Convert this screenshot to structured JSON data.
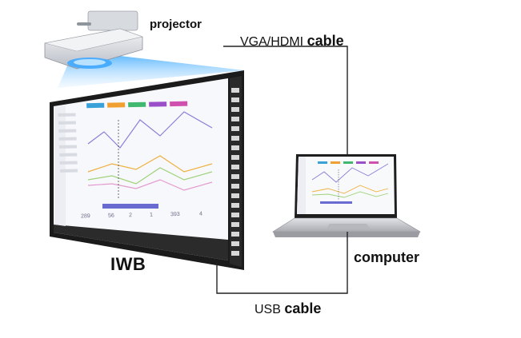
{
  "labels": {
    "projector": "projector",
    "iwb": "IWB",
    "computer": "computer",
    "vga_prefix": "VGA/HDMI",
    "vga_suffix": "cable",
    "usb_prefix": "USB",
    "usb_suffix": "cable"
  },
  "board_screen": {
    "tab_colors": [
      "#3aa0d8",
      "#f0a030",
      "#40b870",
      "#9a4fc8",
      "#d050b0"
    ],
    "stats": [
      "289",
      "56",
      "2",
      "1",
      "393",
      "4"
    ]
  },
  "colors": {
    "beam": "#6fc3ff",
    "cable": "#222222",
    "frame": "#1a1a1a",
    "laptop_body": "#c8c8cc"
  }
}
